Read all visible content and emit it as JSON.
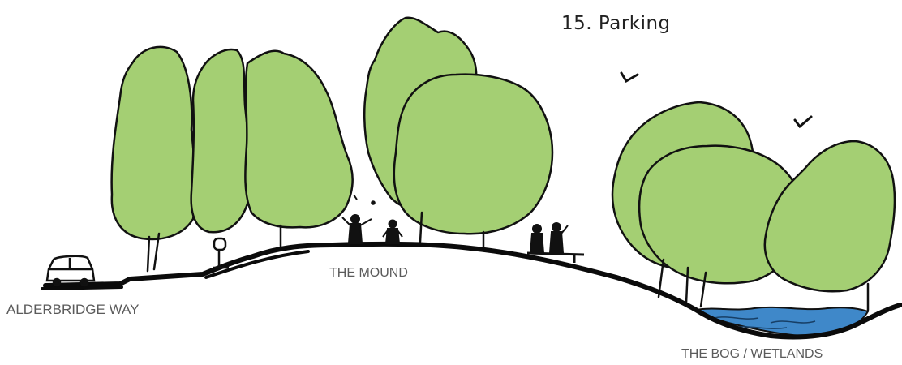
{
  "title": "15.  Parking",
  "labels": {
    "road": "ALDERBRIDGE WAY",
    "mound": "THE MOUND",
    "bog": "THE BOG / WETLANDS"
  },
  "colors": {
    "tree_fill": "#a4cf73",
    "ink": "#111111",
    "water": "#3f88c9",
    "label_text": "#5b5b5b"
  },
  "icons": [
    "car-icon",
    "person-icon",
    "bird-icon",
    "sign-icon",
    "bench-icon"
  ]
}
